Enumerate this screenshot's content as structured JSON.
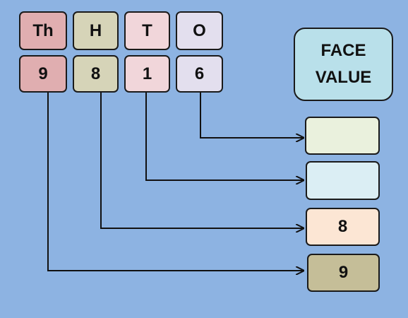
{
  "places": [
    {
      "label": "Th",
      "digit": "9",
      "color": "#e0aeb0"
    },
    {
      "label": "H",
      "digit": "8",
      "color": "#d6d4b8"
    },
    {
      "label": "T",
      "digit": "1",
      "color": "#f1d6da"
    },
    {
      "label": "O",
      "digit": "6",
      "color": "#e3dfee"
    }
  ],
  "title": {
    "line1": "FACE",
    "line2": "VALUE",
    "color": "#b9e0ea"
  },
  "results": [
    {
      "value": "",
      "color": "#eaf1dd"
    },
    {
      "value": "",
      "color": "#dbeef4"
    },
    {
      "value": "8",
      "color": "#fce6d4"
    },
    {
      "value": "9",
      "color": "#c5be98"
    }
  ]
}
